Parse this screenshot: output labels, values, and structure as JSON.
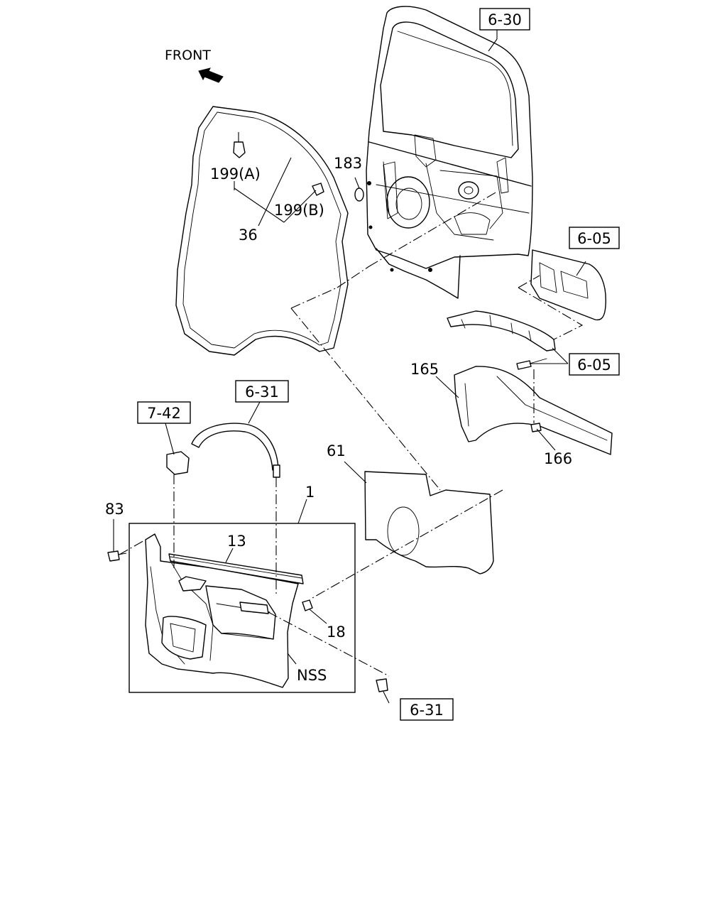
{
  "front_label": "FRONT",
  "callouts": {
    "c199a": "199(A)",
    "c199b": "199(B)",
    "c36": "36",
    "c183": "183",
    "c165": "165",
    "c166": "166",
    "c61": "61",
    "c1": "1",
    "c13": "13",
    "c83": "83",
    "c18": "18",
    "nss": "NSS"
  },
  "refs": {
    "r630": "6-30",
    "r605a": "6-05",
    "r605b": "6-05",
    "r631a": "6-31",
    "r742": "7-42",
    "r631b": "6-31"
  }
}
